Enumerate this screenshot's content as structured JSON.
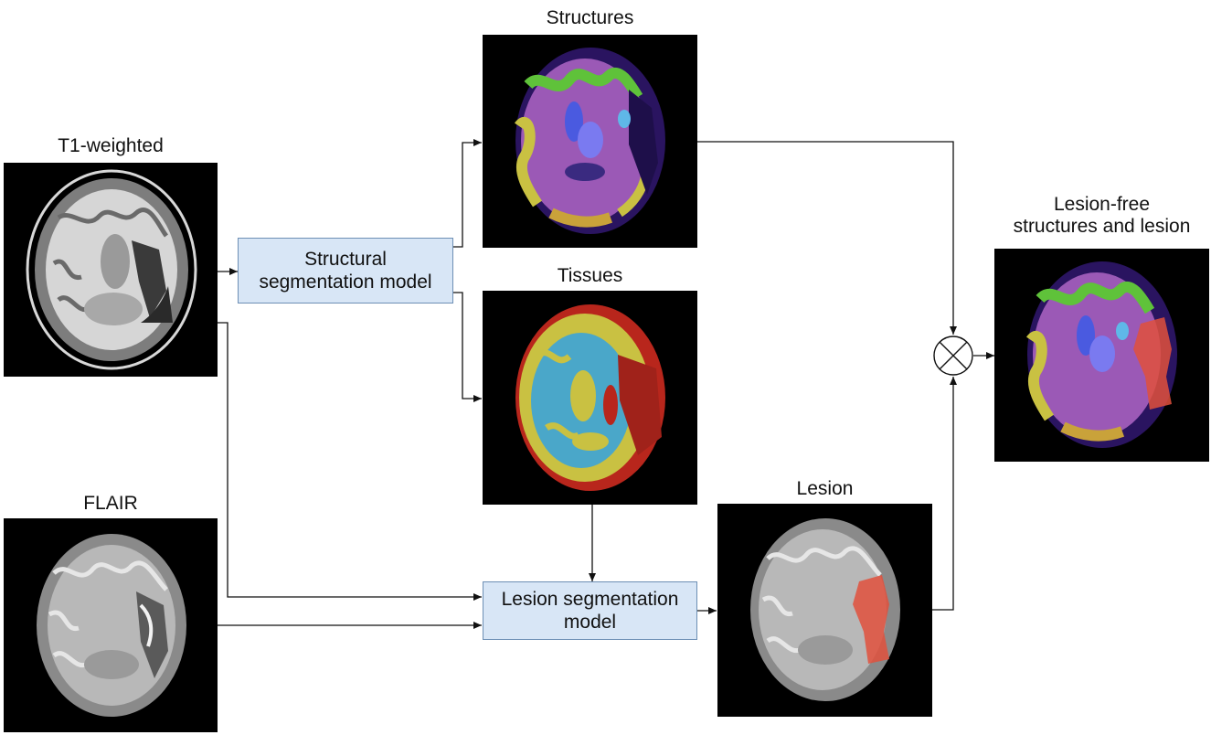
{
  "inputs": {
    "t1": {
      "label": "T1-weighted"
    },
    "flair": {
      "label": "FLAIR"
    }
  },
  "models": {
    "structural": {
      "label_line1": "Structural",
      "label_line2": "segmentation model"
    },
    "lesion": {
      "label_line1": "Lesion segmentation",
      "label_line2": "model"
    }
  },
  "outputs": {
    "structures": {
      "label": "Structures"
    },
    "tissues": {
      "label": "Tissues"
    },
    "lesion": {
      "label": "Lesion"
    },
    "combined": {
      "label_line1": "Lesion-free",
      "label_line2": "structures and lesion"
    }
  },
  "colors": {
    "model_box_fill": "#d8e6f6",
    "model_box_border": "#6d8fb5",
    "lesion_overlay": "#e0503c",
    "structure_cortex": "#5fc23a",
    "structure_white_matter": "#9b59b6",
    "tissue_csf": "#b8261c",
    "tissue_white_matter": "#4aa7c9",
    "tissue_gray_matter": "#c9c142"
  }
}
